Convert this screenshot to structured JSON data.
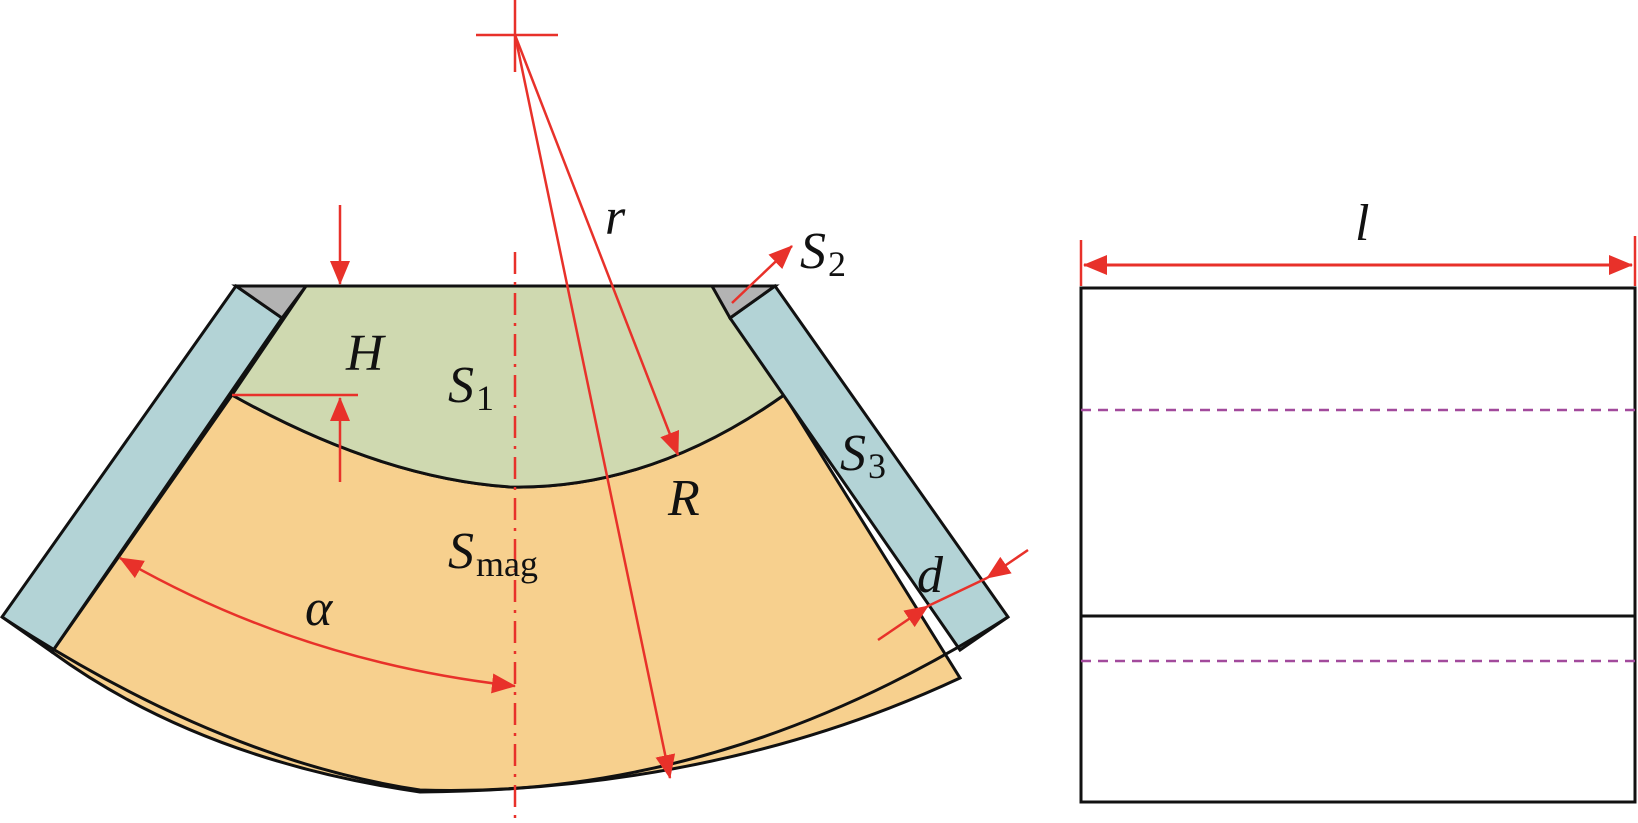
{
  "diagram": {
    "labels": {
      "r": "r",
      "R": "R",
      "H": "H",
      "alpha": "α",
      "d": "d",
      "l": "l",
      "S1": {
        "base": "S",
        "sub": "1"
      },
      "S2": {
        "base": "S",
        "sub": "2"
      },
      "S3": {
        "base": "S",
        "sub": "3"
      },
      "Smag": {
        "base": "S",
        "sub": "mag"
      }
    },
    "colors": {
      "outline": "#111111",
      "dimension": "#e8312a",
      "magnet_fill": "#f7d08e",
      "pole_fill": "#cfd9b0",
      "sleeve_fill": "#b3d3d6",
      "wedge_fill": "#b3b3b3",
      "dashed_line": "#a24a9c"
    }
  }
}
